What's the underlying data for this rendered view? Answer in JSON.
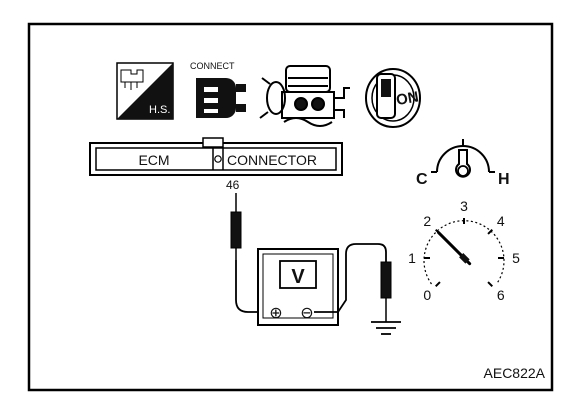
{
  "icons": {
    "hs_label": "H.S.",
    "connect_label": "CONNECT",
    "ignition_label": "ON"
  },
  "connector": {
    "ecm_label": "ECM",
    "connector_label": "CONNECTOR",
    "pin_number": "46"
  },
  "meter": {
    "display": "V",
    "plus_symbol": "⊕",
    "minus_symbol": "⊖"
  },
  "temp_gauge": {
    "cold_label": "C",
    "hot_label": "H"
  },
  "tachometer": {
    "scale": [
      "0",
      "1",
      "2",
      "3",
      "4",
      "5",
      "6"
    ],
    "needle_value": 2
  },
  "figure_code": "AEC822A"
}
